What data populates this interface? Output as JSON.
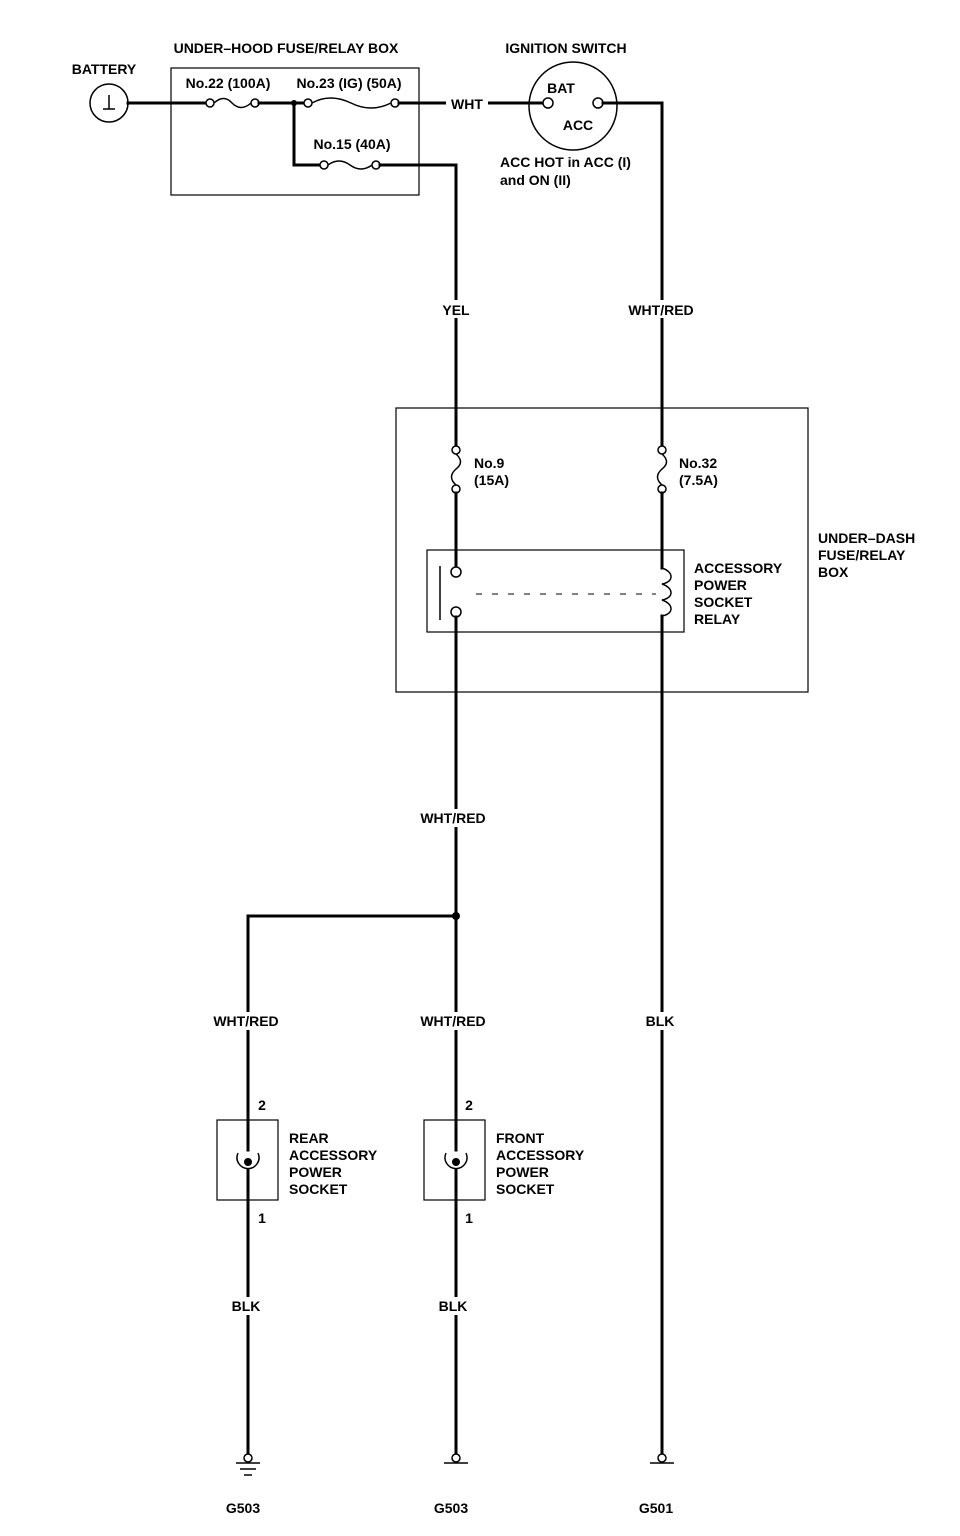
{
  "components": {
    "battery": "BATTERY",
    "under_hood_box": "UNDER–HOOD FUSE/RELAY BOX",
    "fuse_no22": "No.22 (100A)",
    "fuse_no23": "No.23 (IG) (50A)",
    "fuse_no15": "No.15 (40A)",
    "ignition_switch": "IGNITION SWITCH",
    "ign_bat": "BAT",
    "ign_acc": "ACC",
    "acc_note_line1": "ACC HOT in ACC (I)",
    "acc_note_line2": "and ON (II)",
    "under_dash_box_line1": "UNDER–DASH",
    "under_dash_box_line2": "FUSE/RELAY",
    "under_dash_box_line3": "BOX",
    "fuse_no9_line1": "No.9",
    "fuse_no9_line2": "(15A)",
    "fuse_no32_line1": "No.32",
    "fuse_no32_line2": "(7.5A)",
    "relay_line1": "ACCESSORY",
    "relay_line2": "POWER",
    "relay_line3": "SOCKET",
    "relay_line4": "RELAY",
    "rear_socket_line1": "REAR",
    "rear_socket_line2": "ACCESSORY",
    "rear_socket_line3": "POWER",
    "rear_socket_line4": "SOCKET",
    "front_socket_line1": "FRONT",
    "front_socket_line2": "ACCESSORY",
    "front_socket_line3": "POWER",
    "front_socket_line4": "SOCKET",
    "pin_rear_2": "2",
    "pin_rear_1": "1",
    "pin_front_2": "2",
    "pin_front_1": "1"
  },
  "wires": {
    "wht": "WHT",
    "yel": "YEL",
    "wht_red_ign": "WHT/RED",
    "wht_red_relay_out": "WHT/RED",
    "wht_red_rear": "WHT/RED",
    "wht_red_front": "WHT/RED",
    "blk_relay": "BLK",
    "blk_rear": "BLK",
    "blk_front": "BLK"
  },
  "grounds": {
    "rear": "G503",
    "front": "G503",
    "relay": "G501"
  }
}
